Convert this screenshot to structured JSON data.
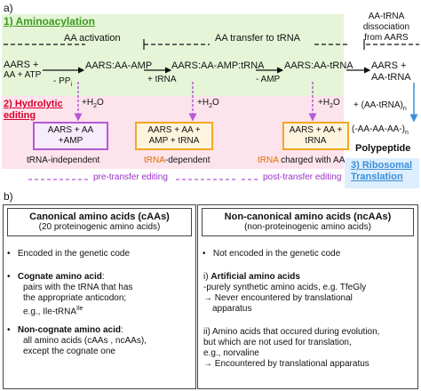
{
  "panel_a_label": "a)",
  "panel_b_label": "b)",
  "aminoacylation": {
    "title": "1) Aminoacylation",
    "activation": "AA activation",
    "transfer": "AA transfer to tRNA",
    "dissociation": "AA-tRNA dissociation from AARS"
  },
  "row": {
    "aars": "AARS +",
    "aa_atp": "AA + ATP",
    "ppi": "- PP",
    "ppi_sub": "i",
    "aars_aa_amp": "AARS:AA-AMP",
    "plus_trna": "+ tRNA",
    "aars_aa_amp_trna": "AARS:AA-AMP:tRNA",
    "minus_amp": "- AMP",
    "aars_aa_trna": "AARS:AA-tRNA",
    "final_aars": "AARS +",
    "final_aa_trna": "AA-tRNA"
  },
  "editing": {
    "title_line1": "2) Hydrolytic",
    "title_line2": "editing",
    "water": "+H",
    "water_sub": "2",
    "water_tail": "O",
    "box1_l1": "AARS + AA",
    "box1_l2": "+AMP",
    "cap1": "tRNA-independent",
    "box2_l1": "AARS + AA +",
    "box2_l2": "AMP + tRNA",
    "cap2_colored": "tRNA",
    "cap2_rest": "-dependent",
    "box3_l1": "AARS + AA +",
    "box3_l2": "tRNA",
    "cap3_colored": "tRNA",
    "cap3_rest": " charged with AA",
    "pre": "pre-transfer editing",
    "post": "post-transfer editing"
  },
  "translation": {
    "chain_top": "+ (AA-tRNA)",
    "chain_sub": "n",
    "chain_bottom": "(-AA-AA-AA-)",
    "polypeptide": "Polypeptide",
    "title_line1": "3) Ribosomal",
    "title_line2": "Translation"
  },
  "canonical": {
    "heading": "Canonical amino acids (cAAs)",
    "subheading": "(20 proteinogenic amino acids)",
    "b1": "Encoded in the genetic code",
    "b2_title": "Cognate amino acid",
    "b2_colon": ":",
    "b2_l1": "pairs with the tRNA that has",
    "b2_l2": "the appropriate anticodon;",
    "b2_l3": "e.g., Ile-tRNA",
    "b2_sup": "Ile",
    "b3_title": "Non-cognate amino acid",
    "b3_colon": ":",
    "b3_l1": "all amino acids (cAAs , ncAAs),",
    "b3_l2": "except the cognate one"
  },
  "noncanonical": {
    "heading": "Non-canonical amino acids (ncAAs)",
    "subheading": "(non-proteinogenic amino acids)",
    "b1": "Not encoded in the genetic code",
    "i_prefix": "i) ",
    "i_title": "Artificial amino acids",
    "i_l1": "-purely synthetic amino acids, e.g. TfeGly",
    "i_l2": "→ Never encountered by translational",
    "i_l3": "apparatus",
    "ii_l1": "ii) Amino acids that occured during evolution,",
    "ii_l2": "but which are not used for translation,",
    "ii_l3": "e.g., norvaline",
    "ii_l4": "→ Encountered by translational apparatus"
  }
}
